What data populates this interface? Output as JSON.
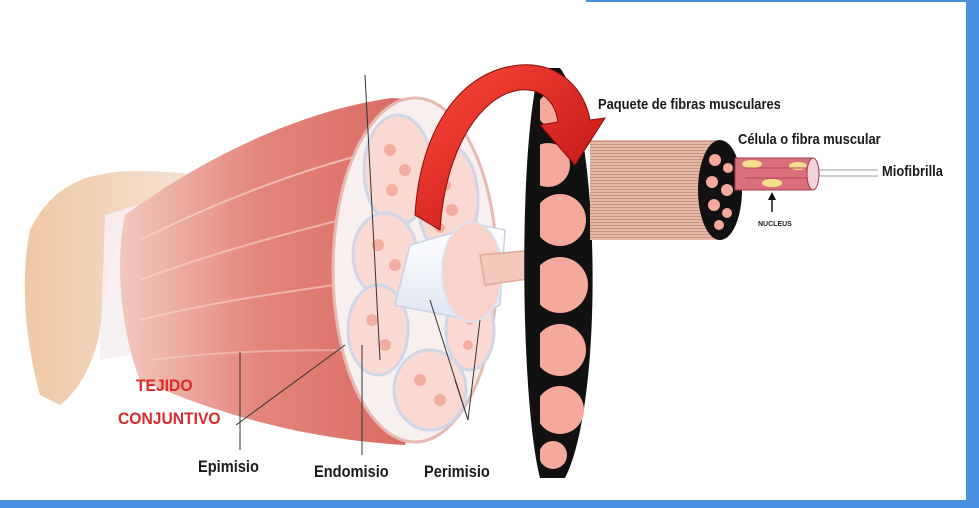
{
  "labels": {
    "tejido_conjuntivo_line1": "TEJIDO",
    "tejido_conjuntivo_line2": "CONJUNTIVO",
    "epimisio": "Epimisio",
    "endomisio": "Endomisio",
    "perimisio": "Perimisio",
    "paquete": "Paquete de fibras musculares",
    "celula": "Célula o fibra muscular",
    "miofibrilla": "Miofibrilla",
    "nucleus": "NUCLEUS"
  },
  "colors": {
    "muscle": "#e07a72",
    "muscle_light": "#f2c2b8",
    "tendon": "#f1d8c2",
    "fascicle_fill": "#fbe0d8",
    "fiber_cell": "#f7b0a0",
    "bundle_fill": "#e8b9a8",
    "arrow": "#d61f1f",
    "frame": "#4a90e2",
    "label_red": "#d82a2a",
    "black": "#111111"
  }
}
